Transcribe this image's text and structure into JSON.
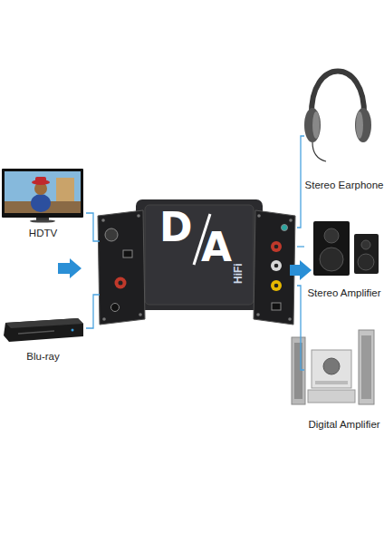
{
  "diagram": {
    "nodes": [
      {
        "text": [
          "HDTV"
        ]
      },
      {
        "text": [
          "Blu-ray"
        ]
      },
      {
        "text": [
          "D",
          "A",
          "HiFi"
        ]
      },
      {
        "text": [
          "Stereo Earphone"
        ]
      },
      {
        "text": [
          "Stereo Amplifier"
        ]
      },
      {
        "text": [
          "Digital Amplifier"
        ]
      }
    ],
    "edges": [
      {
        "from": 0,
        "to": 2,
        "arrow": "none"
      },
      {
        "from": 1,
        "to": 2,
        "arrow": "none"
      },
      {
        "from": 2,
        "to": 3,
        "arrow": "none"
      },
      {
        "from": 2,
        "to": 4,
        "arrow": "none"
      },
      {
        "from": 2,
        "to": 5,
        "arrow": "none"
      }
    ]
  }
}
